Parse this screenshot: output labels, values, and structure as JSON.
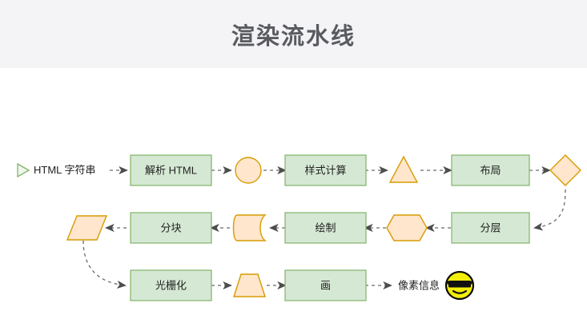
{
  "header": {
    "title": "渲染流水线",
    "band_color": "#f4f4f6",
    "title_color": "#595b60"
  },
  "theme": {
    "process_fill": "#d5e8d4",
    "process_stroke": "#82b366",
    "accent_fill": "#ffe6cc",
    "accent_stroke": "#d79b00",
    "edge_color": "#6a6a6a",
    "canvas_background": "#ffffff"
  },
  "diagram": {
    "type": "flowchart",
    "direction": "snake-left-to-right-then-right-to-left",
    "start_label": "HTML  字符串",
    "end_label": "像素信息",
    "end_icon": "sunglasses-smiley-emoji",
    "rows": [
      {
        "row": 1,
        "flow": "left-to-right",
        "steps": [
          {
            "kind": "start-marker",
            "icon": "play-triangle-icon",
            "label": "HTML  字符串"
          },
          {
            "kind": "process",
            "label": "解析 HTML"
          },
          {
            "kind": "artifact",
            "shape": "circle",
            "label": ""
          },
          {
            "kind": "process",
            "label": "样式计算"
          },
          {
            "kind": "artifact",
            "shape": "triangle",
            "label": ""
          },
          {
            "kind": "process",
            "label": "布局"
          },
          {
            "kind": "artifact",
            "shape": "diamond",
            "label": ""
          }
        ]
      },
      {
        "row": 2,
        "flow": "right-to-left",
        "steps": [
          {
            "kind": "process",
            "label": "分层"
          },
          {
            "kind": "artifact",
            "shape": "hexagon",
            "label": ""
          },
          {
            "kind": "process",
            "label": "绘制"
          },
          {
            "kind": "artifact",
            "shape": "tape",
            "label": ""
          },
          {
            "kind": "process",
            "label": "分块"
          },
          {
            "kind": "artifact",
            "shape": "parallelogram",
            "label": ""
          }
        ]
      },
      {
        "row": 3,
        "flow": "left-to-right",
        "steps": [
          {
            "kind": "process",
            "label": "光栅化"
          },
          {
            "kind": "artifact",
            "shape": "trapezoid",
            "label": ""
          },
          {
            "kind": "process",
            "label": "画"
          },
          {
            "kind": "terminal",
            "label": "像素信息",
            "icon": "sunglasses-smiley-emoji"
          }
        ]
      }
    ],
    "node_labels": {
      "parse_html": "解析 HTML",
      "style_calc": "样式计算",
      "layout": "布局",
      "layering": "分层",
      "paint": "绘制",
      "tiling": "分块",
      "raster": "光栅化",
      "draw": "画"
    }
  }
}
